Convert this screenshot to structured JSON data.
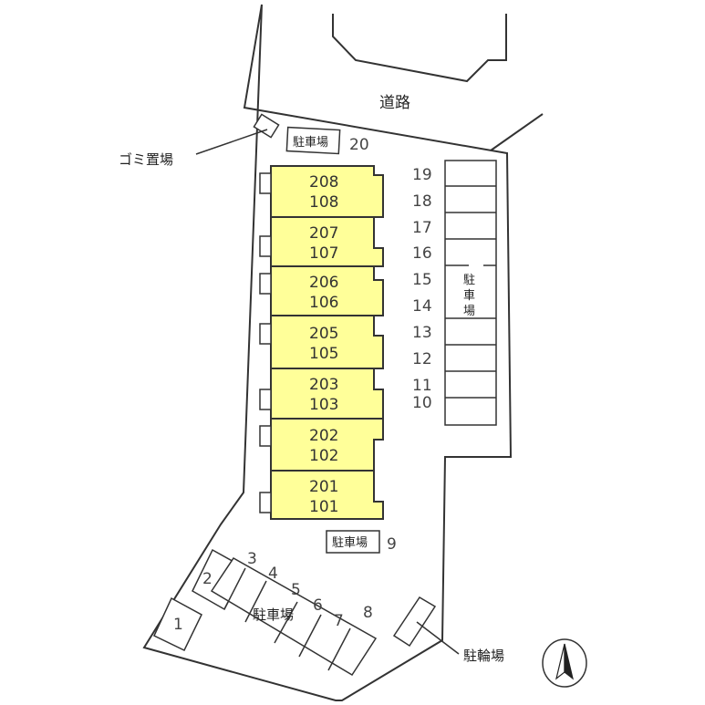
{
  "road_label": "道路",
  "garbage_label": "ゴミ置場",
  "parking_label": "駐車場",
  "bicycle_label": "駐輪場",
  "right_parking_chars": [
    "駐",
    "車",
    "場"
  ],
  "units": [
    {
      "upper": "208",
      "lower": "108"
    },
    {
      "upper": "207",
      "lower": "107"
    },
    {
      "upper": "206",
      "lower": "106"
    },
    {
      "upper": "205",
      "lower": "105"
    },
    {
      "upper": "203",
      "lower": "103"
    },
    {
      "upper": "202",
      "lower": "102"
    },
    {
      "upper": "201",
      "lower": "101"
    }
  ],
  "parking_numbers": {
    "top": "20",
    "right": [
      "19",
      "18",
      "17",
      "16",
      "15",
      "14",
      "13",
      "12",
      "11",
      "10"
    ],
    "middle": "9",
    "bottom": [
      "1",
      "2",
      "3",
      "4",
      "5",
      "6",
      "7",
      "8"
    ]
  },
  "colors": {
    "building": "#ffff99",
    "line": "#333333"
  }
}
